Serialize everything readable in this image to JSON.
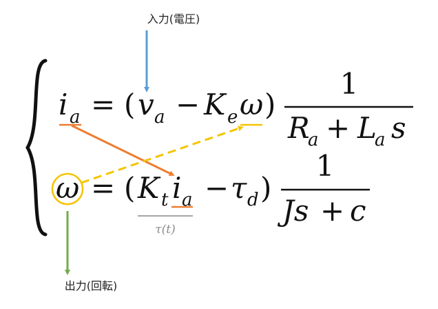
{
  "labels": {
    "input": "入力(電圧)",
    "output": "出力(回転)",
    "tau": "τ(t)"
  },
  "eq1": {
    "lhs_var": "i",
    "lhs_sub": "a",
    "equals": "=",
    "open_paren": "(",
    "v": "v",
    "v_sub": "a",
    "minus": "−",
    "K": "K",
    "K_sub": "e",
    "omega": "ω",
    "close_paren": ")",
    "numerator": "1",
    "den_R": "R",
    "den_R_sub": "a",
    "den_plus": "+",
    "den_L": "L",
    "den_L_sub": "a",
    "den_s": "s"
  },
  "eq2": {
    "lhs_var": "ω",
    "equals": "=",
    "open_paren": "(",
    "K": "K",
    "K_sub": "t",
    "i": "i",
    "i_sub": "a",
    "minus": "−",
    "tau": "τ",
    "tau_sub": "d",
    "close_paren": ")",
    "numerator": "1",
    "den_Js": "Js",
    "den_plus": "+",
    "den_c": "c"
  },
  "colors": {
    "input_arrow": "#5b9bd5",
    "output_arrow": "#70ad47",
    "orange": "#ed7d31",
    "yellow": "#f5c400",
    "gray": "#a6a6a6"
  }
}
